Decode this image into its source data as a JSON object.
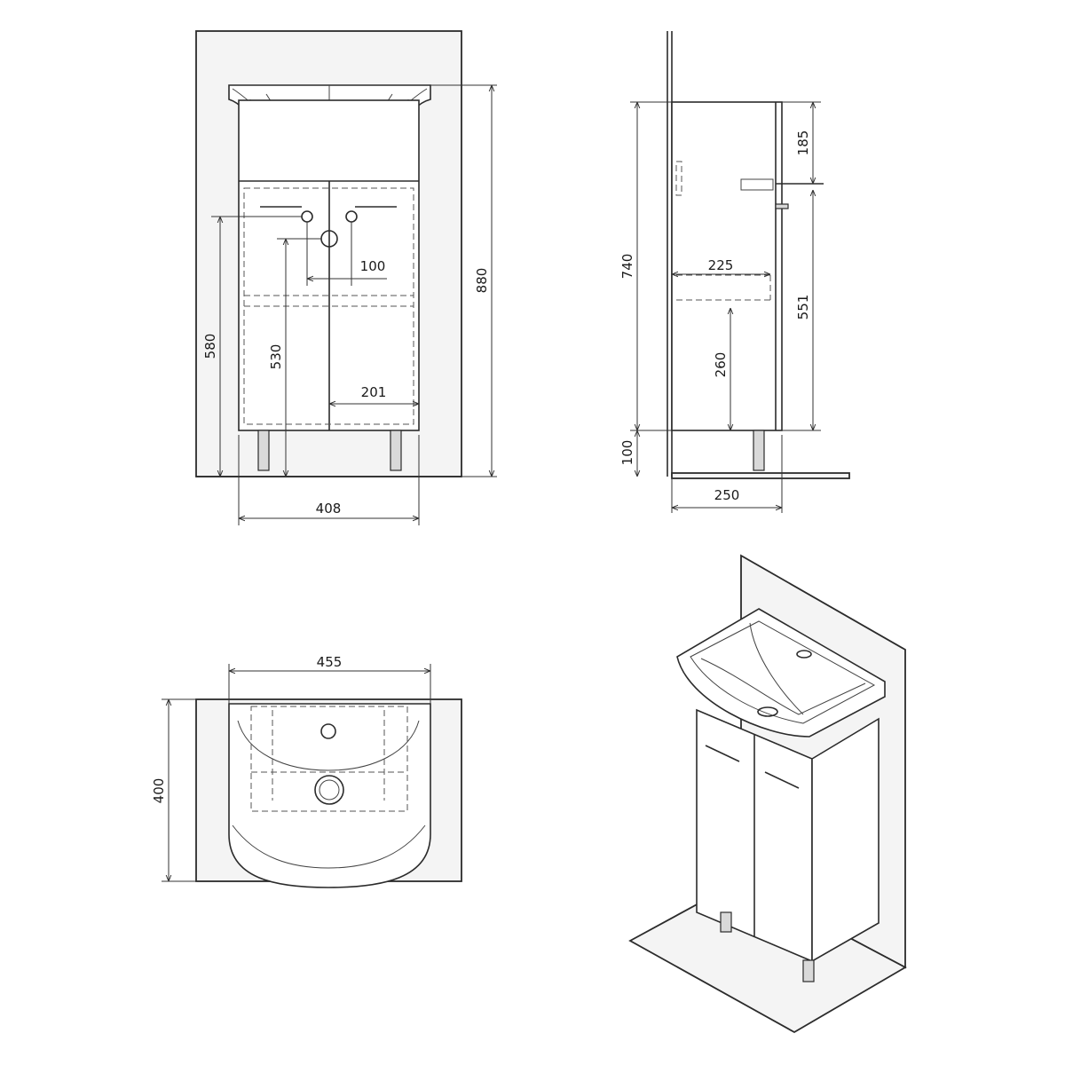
{
  "dimensions": {
    "front_height": "880",
    "front_width": "408",
    "front_drain_height": "580",
    "front_inlet_height": "530",
    "front_inlet_spacing": "100",
    "front_half_width": "201",
    "side_height": "740",
    "side_depth": "250",
    "side_leg_height": "100",
    "side_shelf_depth": "225",
    "side_top_offset": "185",
    "side_pipe_height": "551",
    "side_shelf_height": "260",
    "top_width": "455",
    "top_depth": "400"
  }
}
